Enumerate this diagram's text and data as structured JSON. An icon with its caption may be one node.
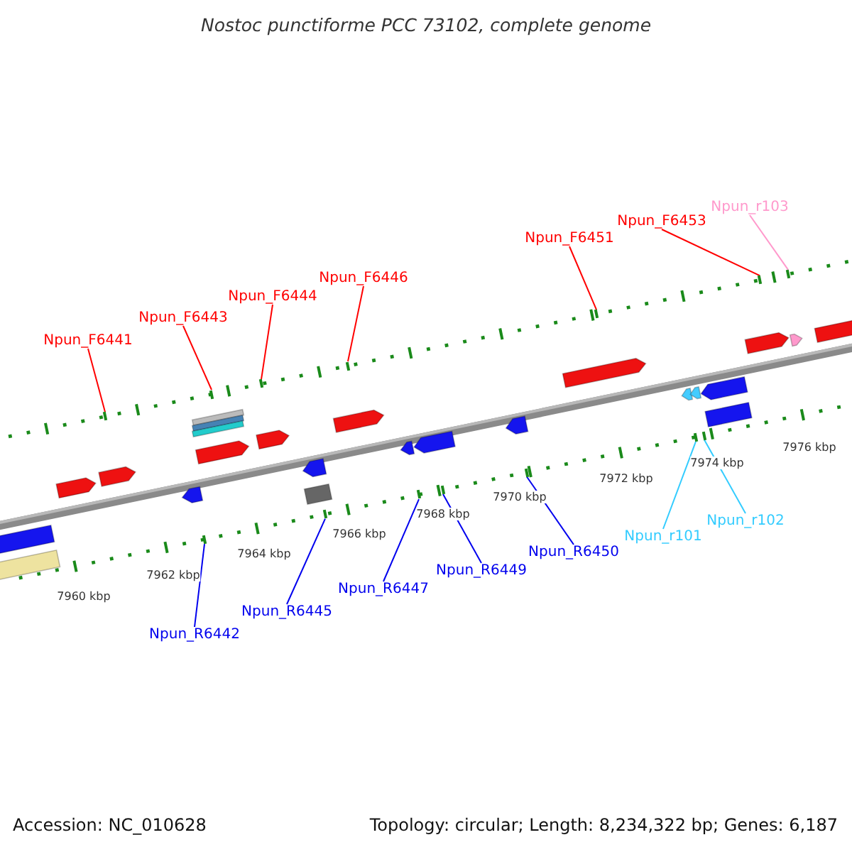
{
  "diagram": {
    "title": "Nostoc punctiforme PCC 73102, complete genome",
    "nodes": [
      {
        "text": [
          "Npun_F6441"
        ]
      },
      {
        "text": [
          "Npun_F6443"
        ]
      },
      {
        "text": [
          "Npun_F6444"
        ]
      },
      {
        "text": [
          "Npun_F6446"
        ]
      },
      {
        "text": [
          "Npun_F6451"
        ]
      },
      {
        "text": [
          "Npun_F6453"
        ]
      },
      {
        "text": [
          "Npun_r103"
        ]
      },
      {
        "text": [
          "Npun_R6442"
        ]
      },
      {
        "text": [
          "Npun_R6445"
        ]
      },
      {
        "text": [
          "Npun_R6447"
        ]
      },
      {
        "text": [
          "Npun_R6449"
        ]
      },
      {
        "text": [
          "Npun_R6450"
        ]
      },
      {
        "text": [
          "Npun_r101"
        ]
      },
      {
        "text": [
          "Npun_r102"
        ]
      },
      {
        "text": [],
        "shape": "bar"
      },
      {
        "text": [],
        "shape": "bar"
      },
      {
        "text": [],
        "shape": "bar"
      },
      {
        "text": [],
        "shape": "bar"
      },
      {
        "text": [],
        "shape": "bar"
      },
      {
        "text": [],
        "shape": "bar"
      },
      {
        "text": [],
        "shape": "bar"
      },
      {
        "text": [],
        "shape": "bar"
      },
      {
        "text": [],
        "shape": "bar"
      },
      {
        "text": [],
        "shape": "bar"
      },
      {
        "text": [],
        "shape": "bar"
      },
      {
        "text": [],
        "shape": "bar"
      },
      {
        "text": [],
        "shape": "bar"
      },
      {
        "text": [],
        "shape": "bar"
      }
    ],
    "edges": [
      {
        "from": 0,
        "to": 14,
        "arrow": "none"
      },
      {
        "from": 1,
        "to": 16,
        "arrow": "none"
      },
      {
        "from": 2,
        "to": 17,
        "arrow": "none"
      },
      {
        "from": 3,
        "to": 19,
        "arrow": "none"
      },
      {
        "from": 4,
        "to": 23,
        "arrow": "none"
      },
      {
        "from": 5,
        "to": 26,
        "arrow": "none"
      },
      {
        "from": 6,
        "to": 27,
        "arrow": "none",
        "color": "#ff99cc"
      },
      {
        "from": 7,
        "to": 15,
        "arrow": "none",
        "color": "#0000ee"
      },
      {
        "from": 8,
        "to": 18,
        "arrow": "none",
        "color": "#0000ee"
      },
      {
        "from": 9,
        "to": 20,
        "arrow": "none",
        "color": "#0000ee"
      },
      {
        "from": 10,
        "to": 21,
        "arrow": "none",
        "color": "#0000ee"
      },
      {
        "from": 11,
        "to": 22,
        "arrow": "none",
        "color": "#0000ee"
      },
      {
        "from": 12,
        "to": 24,
        "arrow": "none",
        "color": "#33ccff"
      },
      {
        "from": 13,
        "to": 25,
        "arrow": "none",
        "color": "#33ccff"
      }
    ],
    "labels": [
      "7960 kbp",
      "7962 kbp",
      "7964 kbp",
      "7966 kbp",
      "7968 kbp",
      "7970 kbp",
      "7972 kbp",
      "7974 kbp",
      "7976 kbp",
      "Accession: NC_010628",
      "Topology: circular; Length: 8,234,322 bp; Genes: 6,187"
    ]
  }
}
